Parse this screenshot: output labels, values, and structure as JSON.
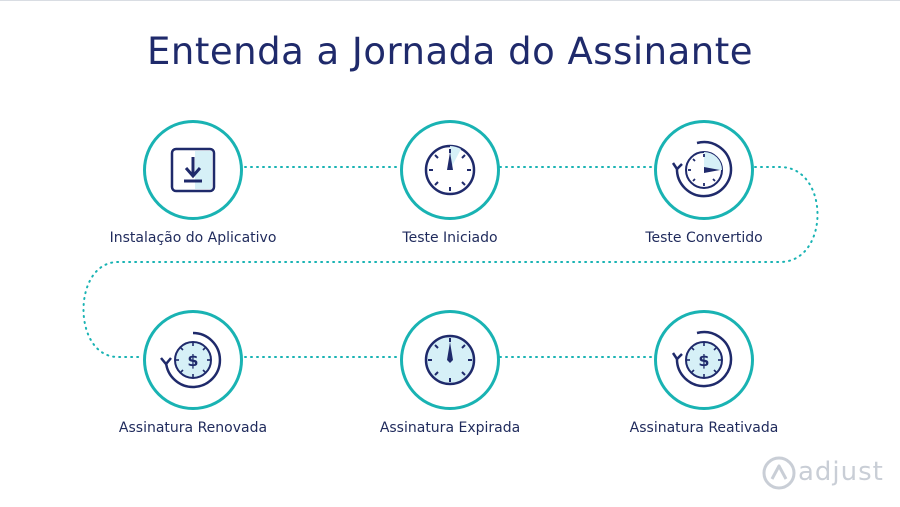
{
  "title": "Entenda a Jornada do Assinante",
  "steps": [
    {
      "label": "Instalação do Aplicativo",
      "icon": "download-icon"
    },
    {
      "label": "Teste Iniciado",
      "icon": "stopwatch-icon"
    },
    {
      "label": "Teste Convertido",
      "icon": "clock-rewind-icon"
    },
    {
      "label": "Assinatura Renovada",
      "icon": "dollar-renew-icon"
    },
    {
      "label": "Assinatura Expirada",
      "icon": "compass-icon"
    },
    {
      "label": "Assinatura Reativada",
      "icon": "dollar-reactivate-icon"
    }
  ],
  "logo": {
    "text": "adjust"
  },
  "colors": {
    "teal": "#19b3b3",
    "navy": "#1f2a6b",
    "light_blue": "#d6f0f7",
    "logo_gray": "#c9ced6"
  }
}
